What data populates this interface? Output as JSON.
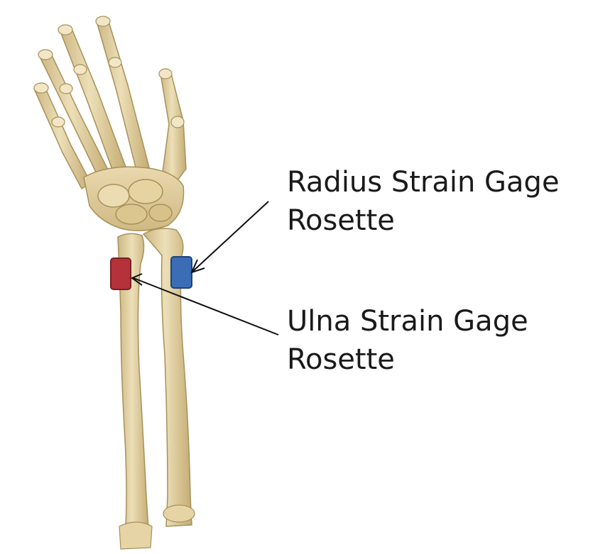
{
  "labels": {
    "radius": {
      "line1": "Radius Strain Gage",
      "line2": "Rosette"
    },
    "ulna": {
      "line1": "Ulna Strain Gage",
      "line2": "Rosette"
    }
  },
  "gages": {
    "radius_color": "#3a6db5",
    "ulna_color": "#b5323a"
  },
  "bone_colors": {
    "fill": "#e3d3a6",
    "shade": "#c9b27c",
    "outline": "#a8905a"
  }
}
